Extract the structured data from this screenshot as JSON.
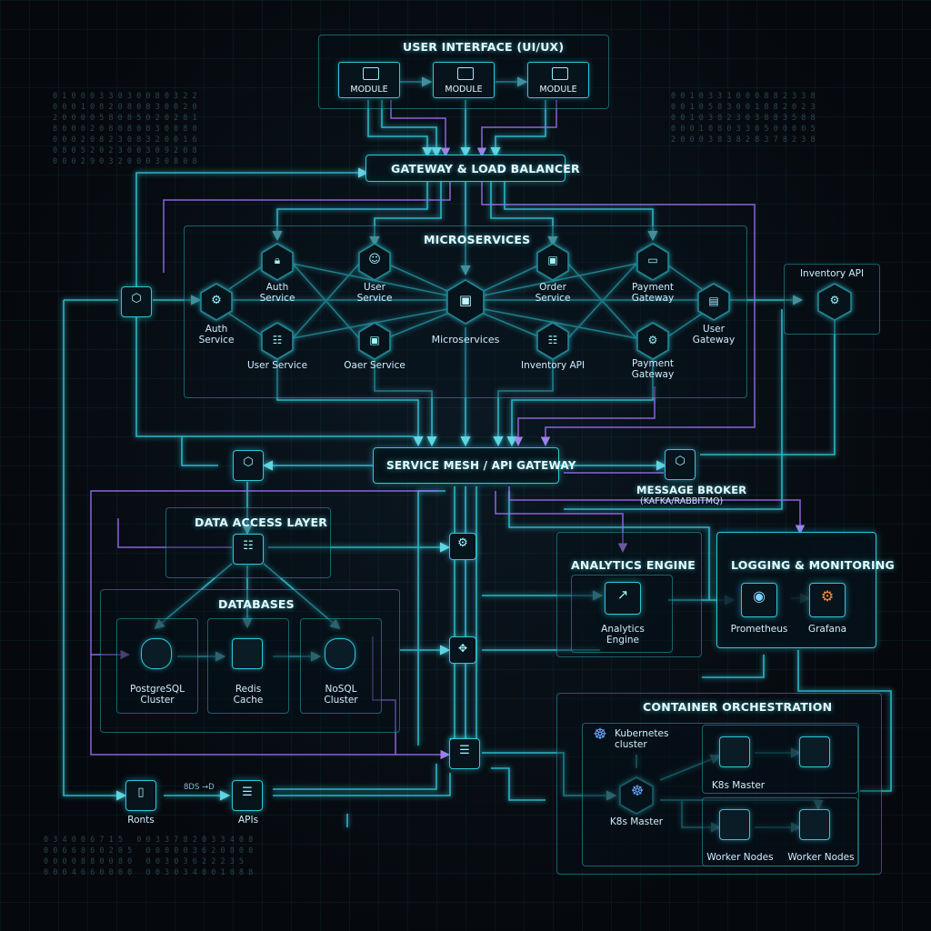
{
  "ui": {
    "title": "USER INTERFACE (UI/UX)",
    "modules": [
      "MODULE",
      "MODULE",
      "MODULE"
    ]
  },
  "gateway": {
    "title": "GATEWAY & LOAD BALANCER"
  },
  "microservices": {
    "title": "MICROSERVICES",
    "center_label": "Microservices",
    "top_row": [
      "Auth\nService",
      "User\nService",
      "Order\nService",
      "Payment\nGateway"
    ],
    "left_node": "Auth\nService",
    "right_node": "User\nGateway",
    "bottom_row": [
      "User Service",
      "Oaer Service",
      "Inventory API",
      "Payment\nGateway"
    ]
  },
  "inventory_api": {
    "title": "Inventory API"
  },
  "service_mesh": {
    "title": "SERVICE MESH / API GATEWAY"
  },
  "message_broker": {
    "title": "MESSAGE BROKER",
    "subtitle": "(KAFKA/RABBITMQ)"
  },
  "data_access": {
    "title": "DATA ACCESS LAYER"
  },
  "databases": {
    "title": "DATABASES",
    "items": [
      "PostgreSQL\nCluster",
      "Redis\nCache",
      "NoSQL\nCluster"
    ]
  },
  "analytics": {
    "title": "ANALYTICS ENGINE",
    "item": "Analytics\nEngine"
  },
  "logging": {
    "title": "LOGGING & MONITORING",
    "items": [
      "Prometheus",
      "Grafana"
    ]
  },
  "container": {
    "title": "CONTAINER ORCHESTRATION",
    "cluster_label": "Kubernetes\ncluster",
    "master_left": "K8s Master",
    "master_right": "K8s Master",
    "workers": [
      "Worker Nodes",
      "Worker Nodes"
    ]
  },
  "bottom_left": {
    "items": [
      "Ronts",
      "APIs"
    ],
    "wire_note": "8DS →D"
  },
  "colors": {
    "cyan": "#2fc7d8",
    "purple": "#9b6cf2",
    "bright": "#7ff3ff",
    "bg": "#05080c"
  },
  "icons": [
    "monitor-icon",
    "lock-icon",
    "user-icon",
    "cube-icon",
    "database-icon",
    "card-icon",
    "network-icon",
    "chart-icon",
    "prometheus-icon",
    "grafana-icon",
    "kubernetes-icon",
    "server-icon",
    "phone-icon",
    "list-icon"
  ]
}
